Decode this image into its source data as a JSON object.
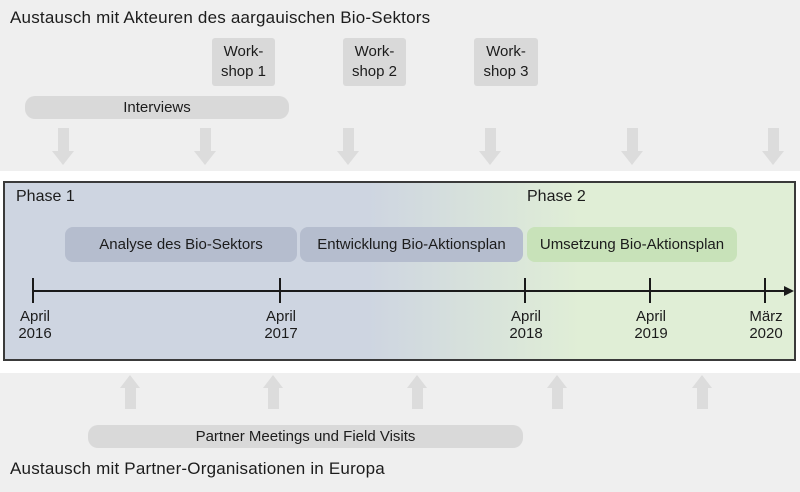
{
  "top_section": {
    "title": "Austausch mit Akteuren des aargauischen Bio-Sektors",
    "workshops": [
      {
        "line1": "Work-",
        "line2": "shop 1"
      },
      {
        "line1": "Work-",
        "line2": "shop 2"
      },
      {
        "line1": "Work-",
        "line2": "shop 3"
      }
    ],
    "interviews_label": "Interviews",
    "arrow_count": 6
  },
  "timeline_panel": {
    "phase1_label": "Phase 1",
    "phase2_label": "Phase 2",
    "activities": [
      {
        "label": "Analyse des Bio-Sektors",
        "color": "#b5bdce"
      },
      {
        "label": "Entwicklung Bio-Aktionsplan",
        "color": "#b5bdce"
      },
      {
        "label": "Umsetzung Bio-Aktionsplan",
        "color": "#c8e2b9"
      }
    ],
    "ticks": [
      {
        "month": "April",
        "year": "2016"
      },
      {
        "month": "April",
        "year": "2017"
      },
      {
        "month": "April",
        "year": "2018"
      },
      {
        "month": "April",
        "year": "2019"
      },
      {
        "month": "März",
        "year": "2020"
      }
    ]
  },
  "bottom_section": {
    "partner_label": "Partner Meetings und Field Visits",
    "title": "Austausch mit Partner-Organisationen in Europa",
    "arrow_count": 5
  },
  "colors": {
    "band_background": "#efefef",
    "box_gray": "#d9d9d9",
    "arrow_gray": "#dcdcdc",
    "panel_blue": "#ced5e1",
    "panel_green": "#e0eed6",
    "activity_blue": "#b5bdce",
    "activity_green": "#c8e2b9",
    "panel_border": "#3a3a3a",
    "text": "#1c1c1c"
  }
}
